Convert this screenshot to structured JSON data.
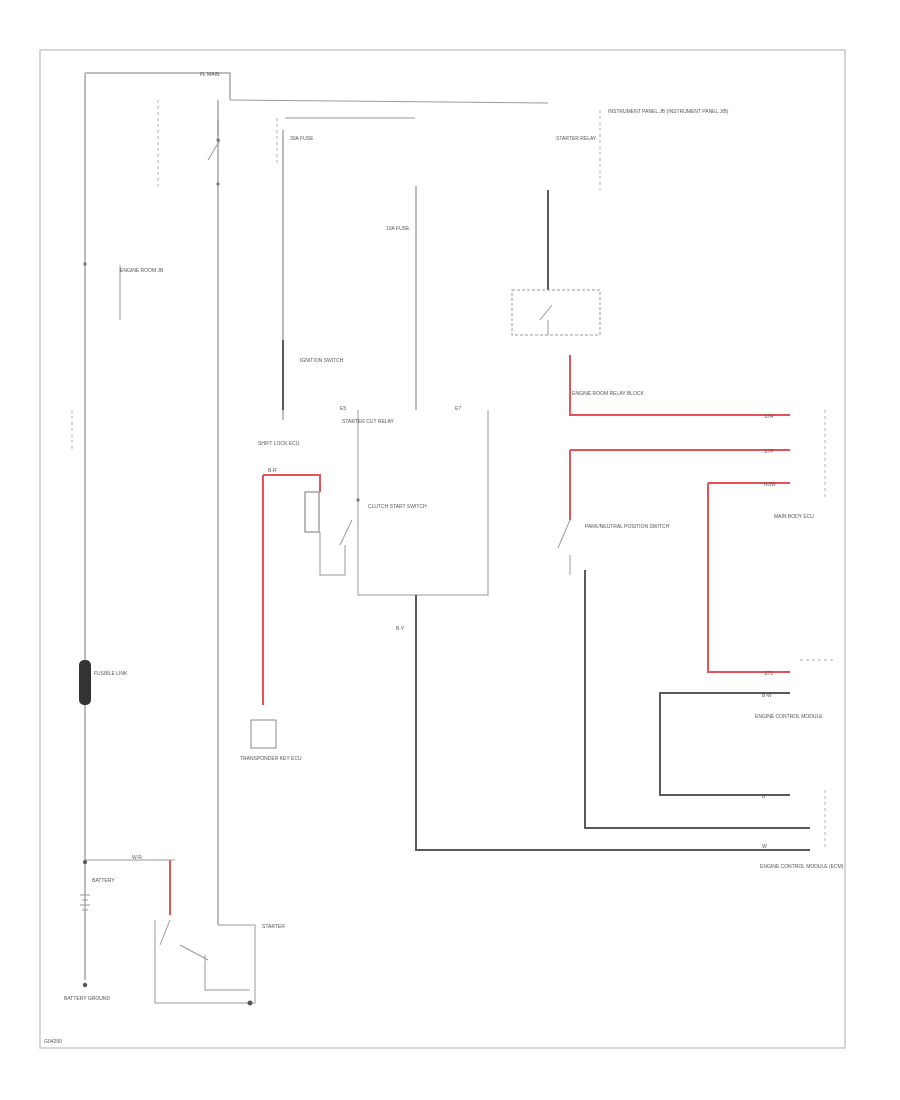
{
  "diagram": {
    "code": "G04290",
    "labels": {
      "fuse_pump_top": "FL MAIN",
      "fuse_30a": "30A FUSE",
      "starter_relay": "STARTER RELAY",
      "ignition_switch": "IGNITION SWITCH",
      "fuse_10a": "10A FUSE",
      "engine_cover": "ENGINE ROOM JB",
      "park_switch": "PARK/NEUTRAL POSITION SWITCH",
      "engine_room_relay": "ENGINE ROOM RELAY BLOCK",
      "top_right_note": "INSTRUMENT PANEL JB (INSTRUMENT PANEL J/B)",
      "clutch_start": "CLUTCH START SWITCH",
      "body_ecu": "MAIN BODY ECU",
      "starter_cut_relay": "STARTER CUT RELAY",
      "engine_control": "ENGINE CONTROL MODULE",
      "ecu_bottom": "ENGINE CONTROL MODULE (ECM)",
      "fusible_link": "FUSIBLE LINK",
      "battery": "BATTERY",
      "starter": "STARTER",
      "battery_ground": "BATTERY GROUND",
      "ecu_left": "SHIFT LOCK ECU",
      "transponder": "TRANSPONDER KEY ECU",
      "w_r": "W-R",
      "b_r": "B-R",
      "b_y": "B-Y",
      "b_w": "B-W",
      "b": "B",
      "w": "W",
      "c_conn": "E5",
      "d_conn": "E7",
      "sta": "STA",
      "stp": "STP",
      "ns": "NSW",
      "st1": "ST1"
    }
  }
}
